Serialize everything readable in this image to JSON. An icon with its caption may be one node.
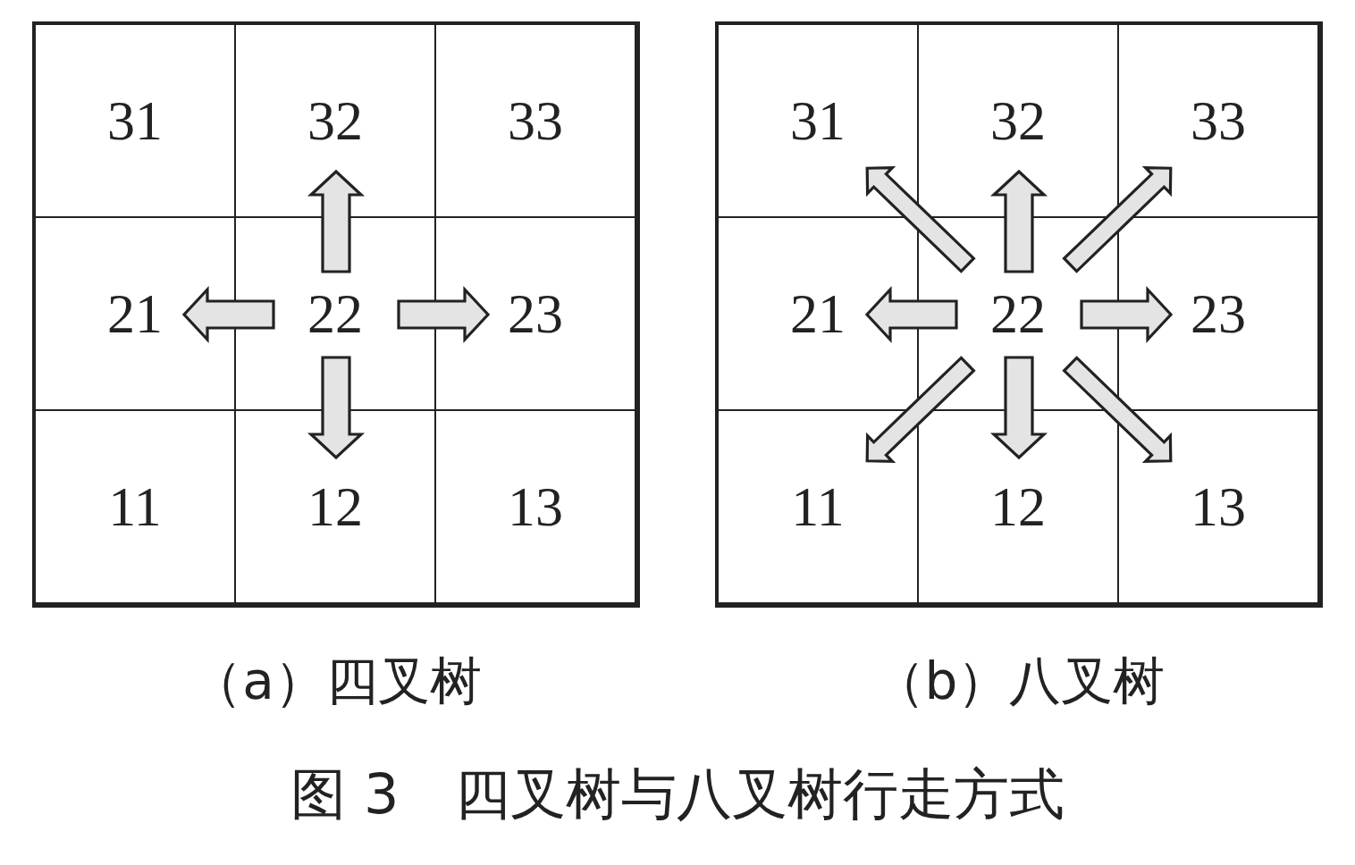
{
  "diagram": {
    "caption": "图 3　四叉树与八叉树行走方式",
    "nodes": [
      {
        "text": [],
        "shape": "box",
        "beside": [
          "（a）四叉树"
        ]
      },
      {
        "text": [
          "31"
        ],
        "in": 0
      },
      {
        "text": [
          "32"
        ],
        "in": 0
      },
      {
        "text": [
          "33"
        ],
        "in": 0
      },
      {
        "text": [
          "21"
        ],
        "in": 0
      },
      {
        "text": [
          "22"
        ],
        "in": 0
      },
      {
        "text": [
          "23"
        ],
        "in": 0
      },
      {
        "text": [
          "11"
        ],
        "in": 0
      },
      {
        "text": [
          "12"
        ],
        "in": 0
      },
      {
        "text": [
          "13"
        ],
        "in": 0
      },
      {
        "text": [],
        "shape": "box",
        "beside": [
          "（b）八叉树"
        ]
      },
      {
        "text": [
          "31"
        ],
        "in": 10
      },
      {
        "text": [
          "32"
        ],
        "in": 10
      },
      {
        "text": [
          "33"
        ],
        "in": 10
      },
      {
        "text": [
          "21"
        ],
        "in": 10
      },
      {
        "text": [
          "22"
        ],
        "in": 10
      },
      {
        "text": [
          "23"
        ],
        "in": 10
      },
      {
        "text": [
          "11"
        ],
        "in": 10
      },
      {
        "text": [
          "12"
        ],
        "in": 10
      },
      {
        "text": [
          "13"
        ],
        "in": 10
      }
    ],
    "edges": [
      {
        "from": 5,
        "to": 2,
        "arrow": "to"
      },
      {
        "from": 5,
        "to": 4,
        "arrow": "to"
      },
      {
        "from": 5,
        "to": 6,
        "arrow": "to"
      },
      {
        "from": 5,
        "to": 8,
        "arrow": "to"
      },
      {
        "from": 15,
        "to": 11,
        "arrow": "to"
      },
      {
        "from": 15,
        "to": 12,
        "arrow": "to"
      },
      {
        "from": 15,
        "to": 13,
        "arrow": "to"
      },
      {
        "from": 15,
        "to": 14,
        "arrow": "to"
      },
      {
        "from": 15,
        "to": 16,
        "arrow": "to"
      },
      {
        "from": 15,
        "to": 17,
        "arrow": "to"
      },
      {
        "from": 15,
        "to": 18,
        "arrow": "to"
      },
      {
        "from": 15,
        "to": 19,
        "arrow": "to"
      }
    ]
  }
}
